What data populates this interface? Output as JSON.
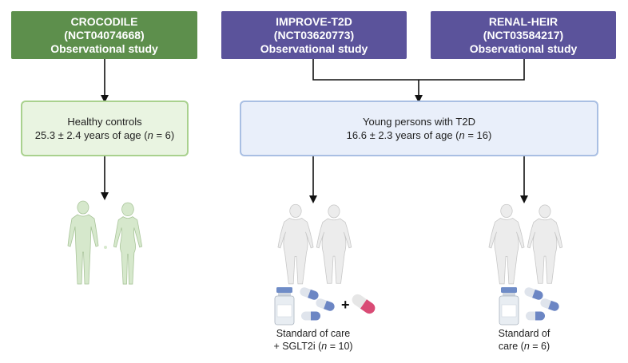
{
  "studies": [
    {
      "name": "CROCODILE",
      "id": "(NCT04074668)",
      "type": "Observational study",
      "color": "#5d8f4c"
    },
    {
      "name": "IMPROVE-T2D",
      "id": "(NCT03620773)",
      "type": "Observational study",
      "color": "#5b539b"
    },
    {
      "name": "RENAL-HEIR",
      "id": "(NCT03584217)",
      "type": "Observational study",
      "color": "#5b539b"
    }
  ],
  "populations": {
    "healthy": {
      "line1": "Healthy controls",
      "line2_prefix": "25.3 ± 2.4 years of age (",
      "n_symbol": "n",
      "line2_suffix": " = 6)"
    },
    "t2d": {
      "line1": "Young persons with T2D",
      "line2_prefix": "16.6 ± 2.3 years of age (",
      "n_symbol": "n",
      "line2_suffix": " = 16)"
    }
  },
  "treatments": {
    "sglt2i": {
      "line1": "Standard of care",
      "line2_prefix": "+ SGLT2i (",
      "n_symbol": "n",
      "line2_suffix": " = 10)"
    },
    "soc": {
      "line1": "Standard of",
      "line2_prefix": "care (",
      "n_symbol": "n",
      "line2_suffix": " = 6)"
    },
    "plus_sign": "+"
  }
}
